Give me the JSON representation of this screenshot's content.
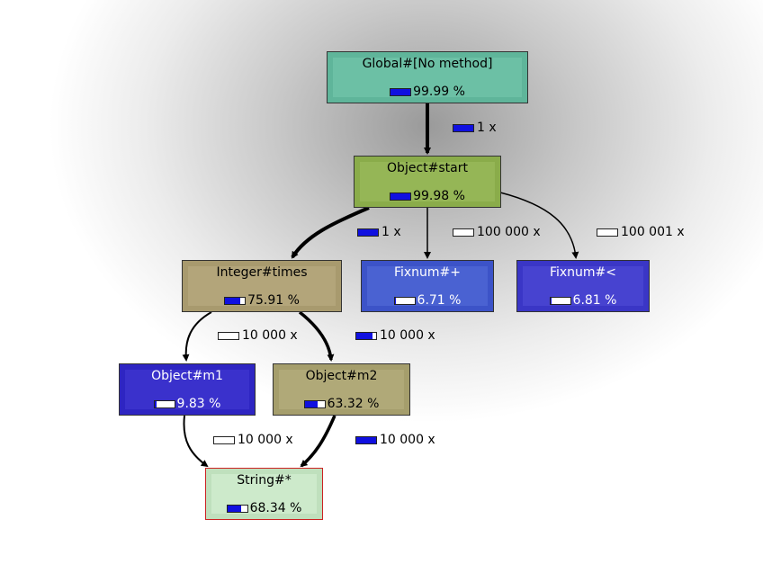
{
  "nodes": {
    "global": {
      "name": "Global#[No method]",
      "pct": "99.99 %",
      "fill": 0.9999,
      "bg": "#5fb59a",
      "inner": "#6cc0a5",
      "text": "#000",
      "border": "#333"
    },
    "start": {
      "name": "Object#start",
      "pct": "99.98 %",
      "fill": 0.9998,
      "bg": "#8aac4a",
      "inner": "#95b656",
      "text": "#000",
      "border": "#333"
    },
    "times": {
      "name": "Integer#times",
      "pct": "75.91 %",
      "fill": 0.7591,
      "bg": "#a89a6e",
      "inner": "#b3a57a",
      "text": "#000",
      "border": "#333"
    },
    "plus": {
      "name": "Fixnum#+",
      "pct": "6.71 %",
      "fill": 0.0671,
      "bg": "#3c53c8",
      "inner": "#4a62d2",
      "text": "#fff",
      "border": "#333"
    },
    "lt": {
      "name": "Fixnum#<",
      "pct": "6.81 %",
      "fill": 0.0681,
      "bg": "#3a36c6",
      "inner": "#4743d0",
      "text": "#fff",
      "border": "#333"
    },
    "m1": {
      "name": "Object#m1",
      "pct": "9.83 %",
      "fill": 0.0983,
      "bg": "#2e25c2",
      "inner": "#3a31cc",
      "text": "#fff",
      "border": "#333"
    },
    "m2": {
      "name": "Object#m2",
      "pct": "63.32 %",
      "fill": 0.6332,
      "bg": "#a59e6c",
      "inner": "#b0a978",
      "text": "#000",
      "border": "#333"
    },
    "strmul": {
      "name": "String#*",
      "pct": "68.34 %",
      "fill": 0.6834,
      "bg": "#bfe0bd",
      "inner": "#cdeacb",
      "text": "#000",
      "border": "#cc2222"
    }
  },
  "edges": {
    "global_start": {
      "label": "1 x",
      "fill": 1.0
    },
    "start_times": {
      "label": "1 x",
      "fill": 1.0
    },
    "start_plus": {
      "label": "100 000 x",
      "fill": 0.0
    },
    "start_lt": {
      "label": "100 001 x",
      "fill": 0.0
    },
    "times_m1": {
      "label": "10 000 x",
      "fill": 0.0
    },
    "times_m2": {
      "label": "10 000 x",
      "fill": 0.8
    },
    "m1_str": {
      "label": "10 000 x",
      "fill": 0.0
    },
    "m2_str": {
      "label": "10 000 x",
      "fill": 1.0
    }
  }
}
